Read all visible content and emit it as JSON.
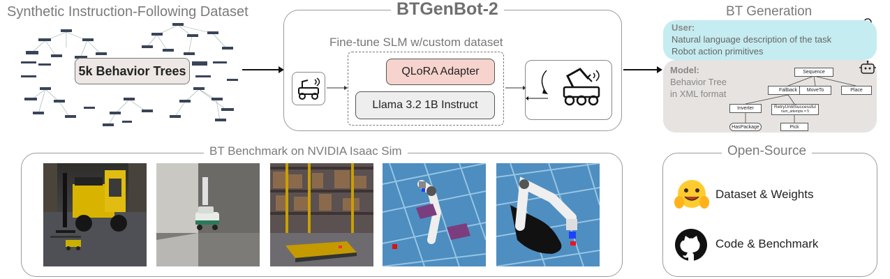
{
  "left": {
    "title": "Synthetic Instruction-Following Dataset",
    "trees_label": "5k Behavior Trees"
  },
  "center": {
    "title": "BTGenBot-2",
    "subtitle": "Fine-tune SLM w/custom dataset",
    "adapter": "QLoRA Adapter",
    "base_model": "Llama 3.2 1B Instruct"
  },
  "right": {
    "title": "BT Generation",
    "user_label": "User:",
    "user_line1": "Natural language description of the task",
    "user_line2": "Robot action primitives",
    "model_label": "Model:",
    "model_line1": "Behavior Tree",
    "model_line2": "in XML format",
    "tree": {
      "sequence": "Sequence",
      "fallback": "Fallback",
      "moveto": "MoveTo",
      "place": "Place",
      "inverter": "Inverter",
      "retry": "RetryUntilSuccessful",
      "retry_attr": "num_attempts = 5",
      "haspackage": "HasPackage",
      "pick": "Pick"
    }
  },
  "benchmark": {
    "title": "BT Benchmark on NVIDIA Isaac Sim"
  },
  "opensource": {
    "title": "Open-Source",
    "item1": "Dataset & Weights",
    "item2": "Code & Benchmark"
  },
  "icons": [
    "user-icon",
    "robot-head-icon",
    "rover-icon",
    "robot-arm-rover-icon",
    "huggingface-icon",
    "github-icon"
  ],
  "colors": {
    "user_box": "#c5ecf0",
    "model_box": "#e6e3e1",
    "adapter_box": "#f6d3cd",
    "base_box": "#eeeeee",
    "trees_box": "#ede8e5"
  }
}
